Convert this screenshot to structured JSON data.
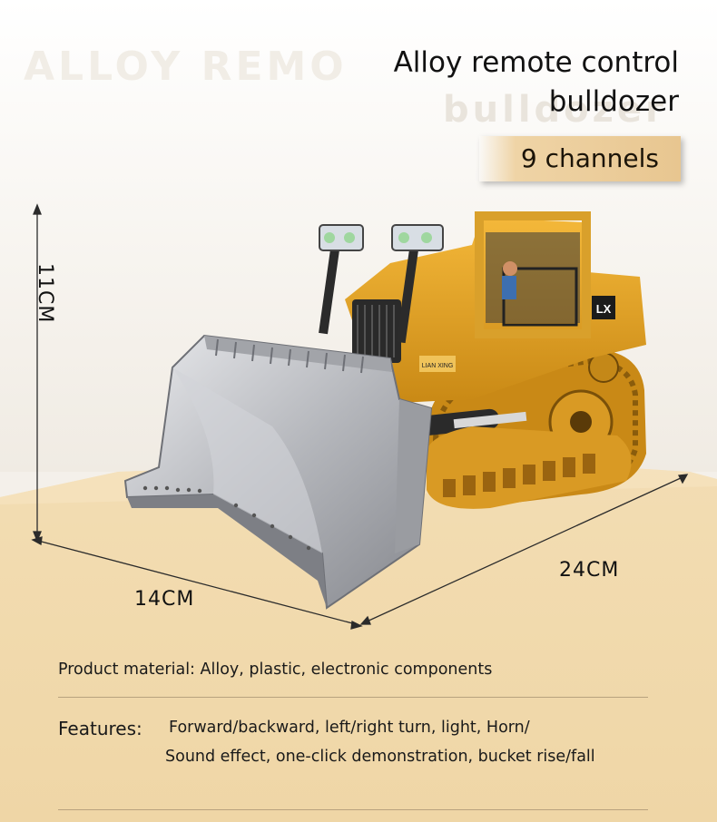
{
  "header": {
    "ghost_text": "ALLOY REMO",
    "ghost_text_2": "bulldozer",
    "title_line1": "Alloy remote control",
    "title_line2": "bulldozer",
    "channels_badge": "9 channels"
  },
  "dimensions": {
    "height": "11CM",
    "width": "14CM",
    "length": "24CM"
  },
  "product": {
    "material": "Product material: Alloy, plastic, electronic components",
    "features_label": "Features:",
    "features_line1": "Forward/backward, left/right turn, light, Horn/",
    "features_line2": "Sound effect, one-click demonstration, bucket rise/fall"
  },
  "toy_labels": {
    "brand_plate": "LIAN XING",
    "cab_badge": "LX"
  },
  "colors": {
    "floor": "#f0d7a8",
    "body_yellow": "#e8a92b",
    "blade_silver": "#b7b8bc",
    "track": "#d99a24"
  }
}
